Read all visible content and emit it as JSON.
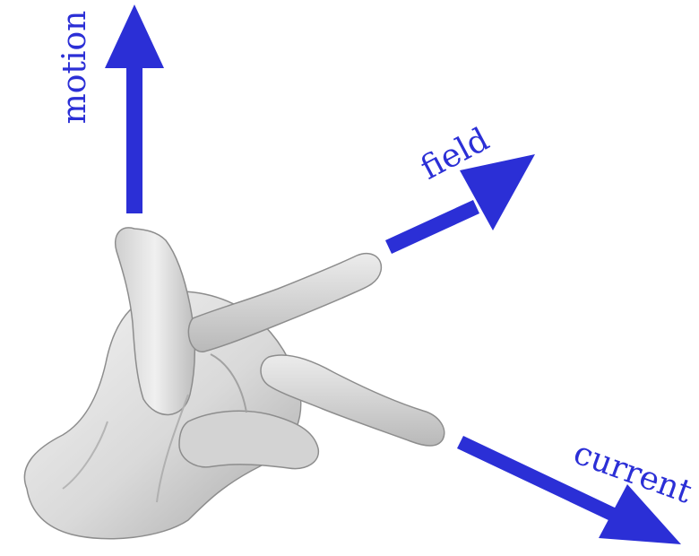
{
  "labels": {
    "motion": "motion",
    "field": "field",
    "current": "current"
  },
  "colors": {
    "arrow": "#2b2fd6",
    "skin_light": "#f2f2f2",
    "skin_mid": "#cfcfcf",
    "skin_shadow": "#9a9a9a",
    "background": "#ffffff"
  }
}
